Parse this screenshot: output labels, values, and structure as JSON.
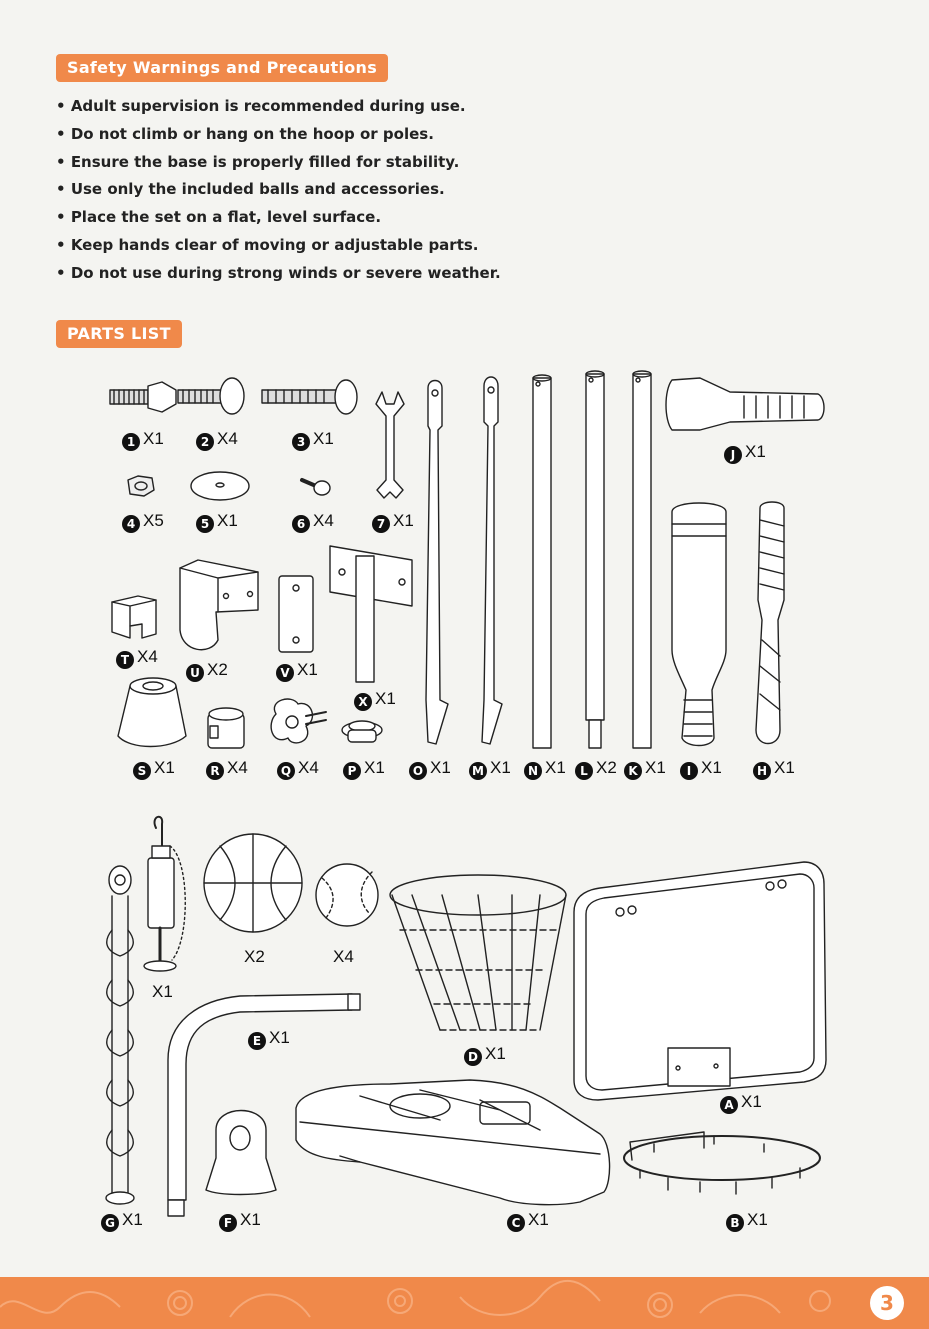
{
  "safety": {
    "heading": "Safety Warnings and Precautions",
    "items": [
      "Adult supervision is recommended during use.",
      "Do not climb or hang on the hoop or poles.",
      "Ensure the base is properly filled for stability.",
      "Use only the included balls and accessories.",
      "Place the set on a flat, level surface.",
      "Keep hands clear of moving or adjustable parts.",
      "Do not use during strong winds or severe weather."
    ]
  },
  "parts": {
    "heading": "PARTS LIST",
    "p1": {
      "id": "1",
      "qty": "X1"
    },
    "p2": {
      "id": "2",
      "qty": "X4"
    },
    "p3": {
      "id": "3",
      "qty": "X1"
    },
    "p4": {
      "id": "4",
      "qty": "X5"
    },
    "p5": {
      "id": "5",
      "qty": "X1"
    },
    "p6": {
      "id": "6",
      "qty": "X4"
    },
    "p7": {
      "id": "7",
      "qty": "X1"
    },
    "J": {
      "id": "J",
      "qty": "X1"
    },
    "T": {
      "id": "T",
      "qty": "X4"
    },
    "U": {
      "id": "U",
      "qty": "X2"
    },
    "V": {
      "id": "V",
      "qty": "X1"
    },
    "X": {
      "id": "X",
      "qty": "X1"
    },
    "S": {
      "id": "S",
      "qty": "X1"
    },
    "R": {
      "id": "R",
      "qty": "X4"
    },
    "Q": {
      "id": "Q",
      "qty": "X4"
    },
    "P": {
      "id": "P",
      "qty": "X1"
    },
    "O": {
      "id": "O",
      "qty": "X1"
    },
    "M": {
      "id": "M",
      "qty": "X1"
    },
    "N": {
      "id": "N",
      "qty": "X1"
    },
    "L": {
      "id": "L",
      "qty": "X2"
    },
    "K": {
      "id": "K",
      "qty": "X1"
    },
    "I": {
      "id": "I",
      "qty": "X1"
    },
    "H": {
      "id": "H",
      "qty": "X1"
    },
    "pump": {
      "qty": "X1"
    },
    "basketball": {
      "qty": "X2"
    },
    "baseball": {
      "qty": "X4"
    },
    "E": {
      "id": "E",
      "qty": "X1"
    },
    "D": {
      "id": "D",
      "qty": "X1"
    },
    "A": {
      "id": "A",
      "qty": "X1"
    },
    "G": {
      "id": "G",
      "qty": "X1"
    },
    "F": {
      "id": "F",
      "qty": "X1"
    },
    "C": {
      "id": "C",
      "qty": "X1"
    },
    "B": {
      "id": "B",
      "qty": "X1"
    }
  },
  "footer": {
    "page_number": "3",
    "color": "#f0894a"
  }
}
